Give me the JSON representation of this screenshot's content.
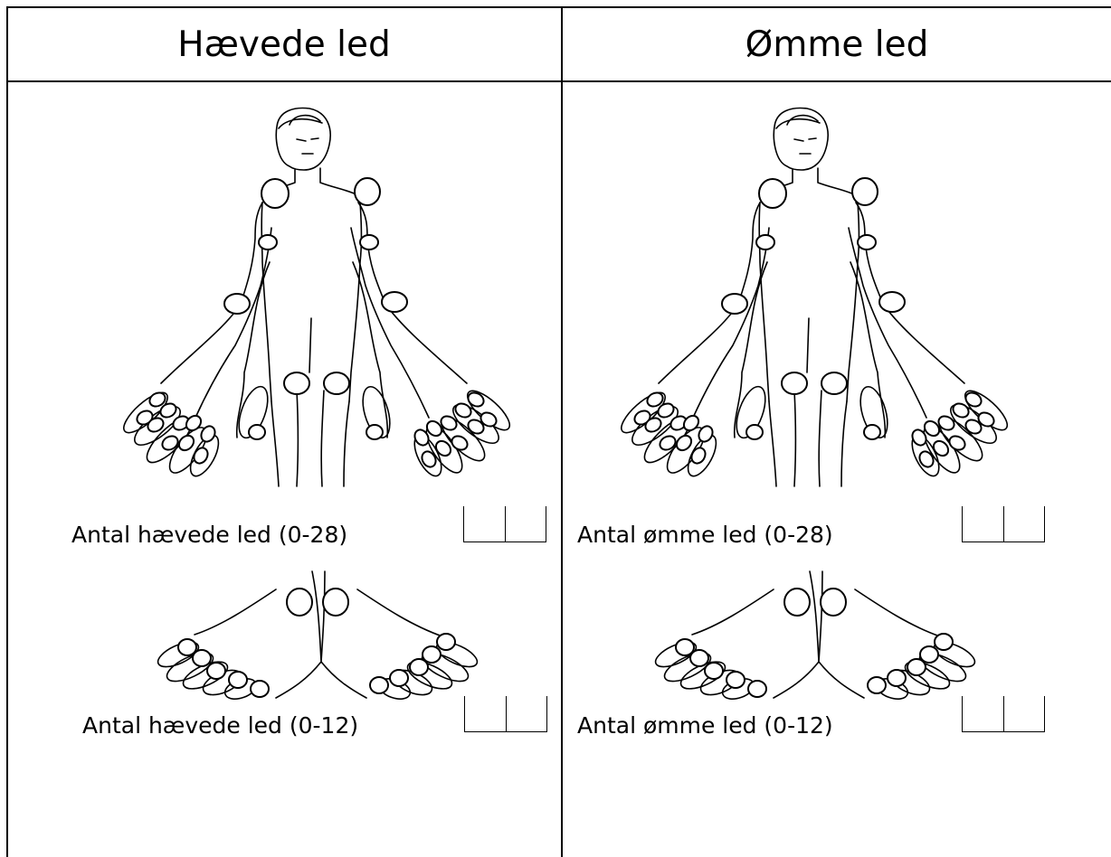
{
  "columns": [
    {
      "id": "swollen",
      "title": "Hævede led",
      "body_label": "Antal hævede led (0-28)",
      "feet_label": "Antal hævede led (0-12)"
    },
    {
      "id": "tender",
      "title": "Ømme led",
      "body_label": "Antal ømme led (0-28)",
      "feet_label": "Antal ømme led (0-12)"
    }
  ],
  "icons": {
    "body": "body-figure-with-joint-markers-icon",
    "feet": "feet-figure-with-joint-markers-icon"
  }
}
